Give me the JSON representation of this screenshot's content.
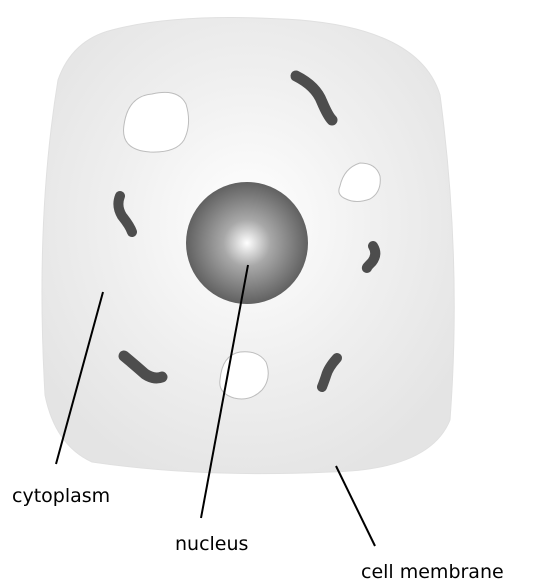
{
  "labels": {
    "cytoplasm": "cytoplasm",
    "nucleus": "nucleus",
    "cell_membrane": "cell membrane"
  },
  "colors": {
    "cytoplasm_fill": "#e6e6e6",
    "organelle_fill": "#4d4d4d",
    "vacuole_fill": "#ffffff",
    "nucleus_dark": "#555555",
    "nucleus_light": "#ffffff",
    "leader_line": "#000000"
  }
}
